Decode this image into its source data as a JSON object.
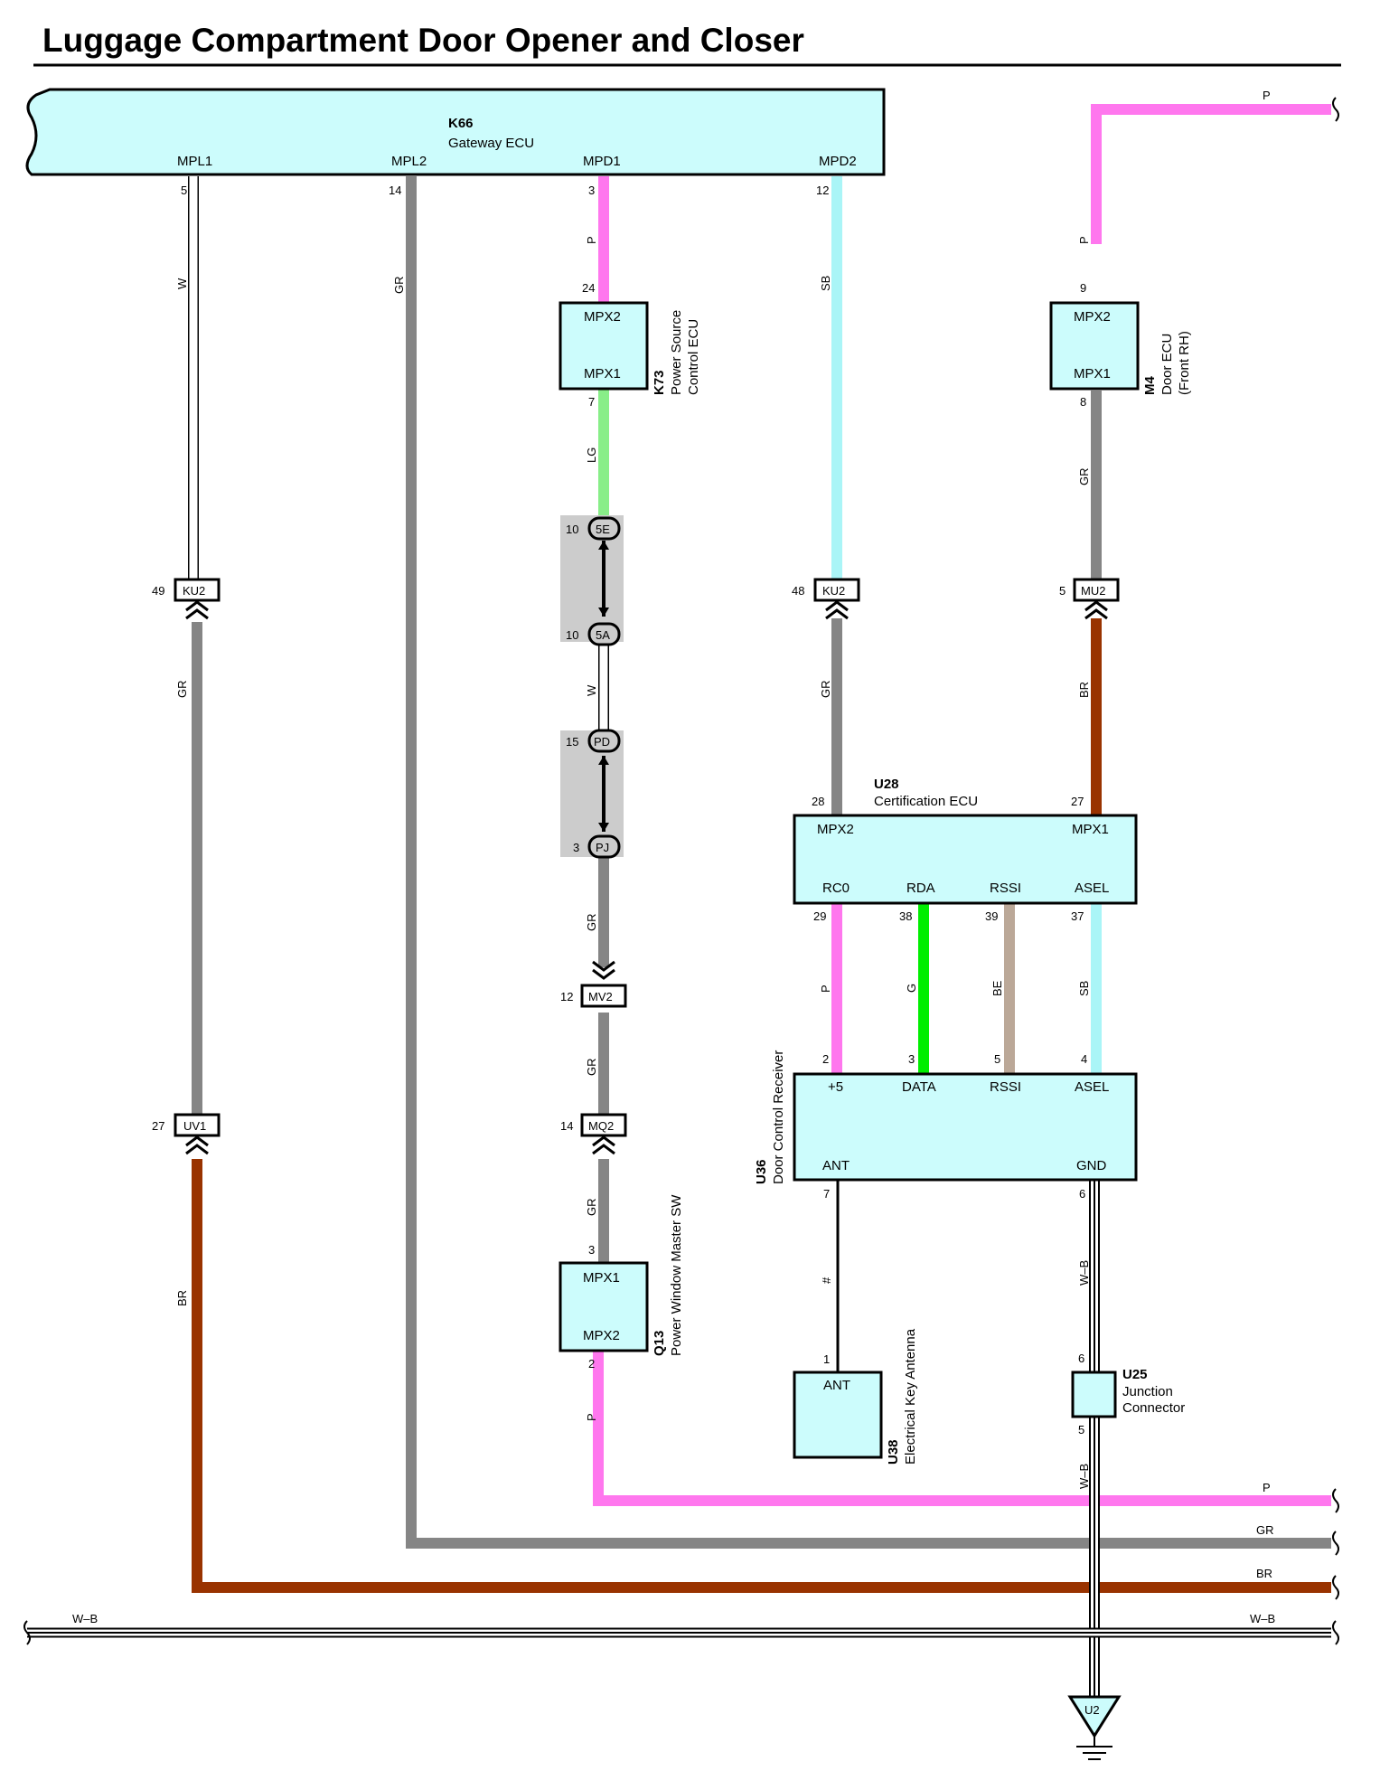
{
  "title": "Luggage Compartment Door Opener and Closer",
  "gateway": {
    "code": "K66",
    "name": "Gateway ECU",
    "pins": [
      "MPL1",
      "MPL2",
      "MPD1",
      "MPD2"
    ],
    "pin_numbers": [
      "5",
      "14",
      "3",
      "12"
    ]
  },
  "k73": {
    "code": "K73",
    "name1": "Power Source",
    "name2": "Control ECU",
    "pin_top": "MPX2",
    "pin_bottom": "MPX1",
    "num_top": "24",
    "num_bottom": "7"
  },
  "m4": {
    "code": "M4",
    "name1": "Door ECU",
    "name2": "(Front RH)",
    "pin_top": "MPX2",
    "pin_bottom": "MPX1",
    "num_top": "9",
    "num_bottom": "8"
  },
  "u28": {
    "code": "U28",
    "name": "Certification ECU",
    "pin_tl": "MPX2",
    "pin_tr": "MPX1",
    "num_tl": "28",
    "num_tr": "27",
    "bottom_pins": [
      "RC0",
      "RDA",
      "RSSI",
      "ASEL"
    ],
    "bottom_nums": [
      "29",
      "38",
      "39",
      "37"
    ]
  },
  "u36": {
    "code": "U36",
    "name": "Door Control Receiver",
    "top_pins": [
      "+5",
      "DATA",
      "RSSI",
      "ASEL"
    ],
    "top_nums": [
      "2",
      "3",
      "5",
      "4"
    ],
    "pin_bl": "ANT",
    "pin_br": "GND",
    "num_bl": "7",
    "num_br": "6"
  },
  "u38": {
    "code": "U38",
    "name": "Electrical Key Antenna",
    "pin": "ANT",
    "num": "1"
  },
  "u25": {
    "code": "U25",
    "name1": "Junction",
    "name2": "Connector",
    "num_top": "6",
    "num_bottom": "5"
  },
  "q13": {
    "code": "Q13",
    "name": "Power Window Master SW",
    "pin_top": "MPX1",
    "pin_bottom": "MPX2",
    "num_top": "3",
    "num_bottom": "2"
  },
  "ground": {
    "code": "U2"
  },
  "connectors": {
    "ku2_left": {
      "code": "KU2",
      "pin": "49"
    },
    "ku2_mid": {
      "code": "KU2",
      "pin": "48"
    },
    "mu2": {
      "code": "MU2",
      "pin": "5"
    },
    "uv1": {
      "code": "UV1",
      "pin": "27"
    },
    "mv2": {
      "code": "MV2",
      "pin": "12"
    },
    "mq2": {
      "code": "MQ2",
      "pin": "14"
    },
    "j5e": {
      "code": "5E",
      "pin": "10"
    },
    "j5a": {
      "code": "5A",
      "pin": "10"
    },
    "jpd": {
      "code": "PD",
      "pin": "15"
    },
    "jpj": {
      "code": "PJ",
      "pin": "3"
    }
  },
  "wire_labels": {
    "w1": "W",
    "gr1": "GR",
    "br1": "BR",
    "gr2": "GR",
    "p1": "P",
    "lg": "LG",
    "w2": "W",
    "gr3": "GR",
    "gr4": "GR",
    "gr5": "GR",
    "p2": "P",
    "sb1": "SB",
    "gr6": "GR",
    "p3": "P",
    "gr7": "GR",
    "br2": "BR",
    "p4": "P",
    "g": "G",
    "be": "BE",
    "sb2": "SB",
    "shield": "#",
    "wb1": "W–B",
    "wb2": "W–B"
  },
  "bus_labels": {
    "p_top": "P",
    "p": "P",
    "gr": "GR",
    "br": "BR",
    "wb_left": "W–B",
    "wb_right": "W–B"
  },
  "colors": {
    "P": "#ff77ee",
    "GR": "#858585",
    "BR": "#993300",
    "LG": "#88ee88",
    "SB": "#aaf5f7",
    "G": "#00ee00",
    "BE": "#bba898",
    "component": "#ccfcfc",
    "splice": "#cccccc"
  }
}
